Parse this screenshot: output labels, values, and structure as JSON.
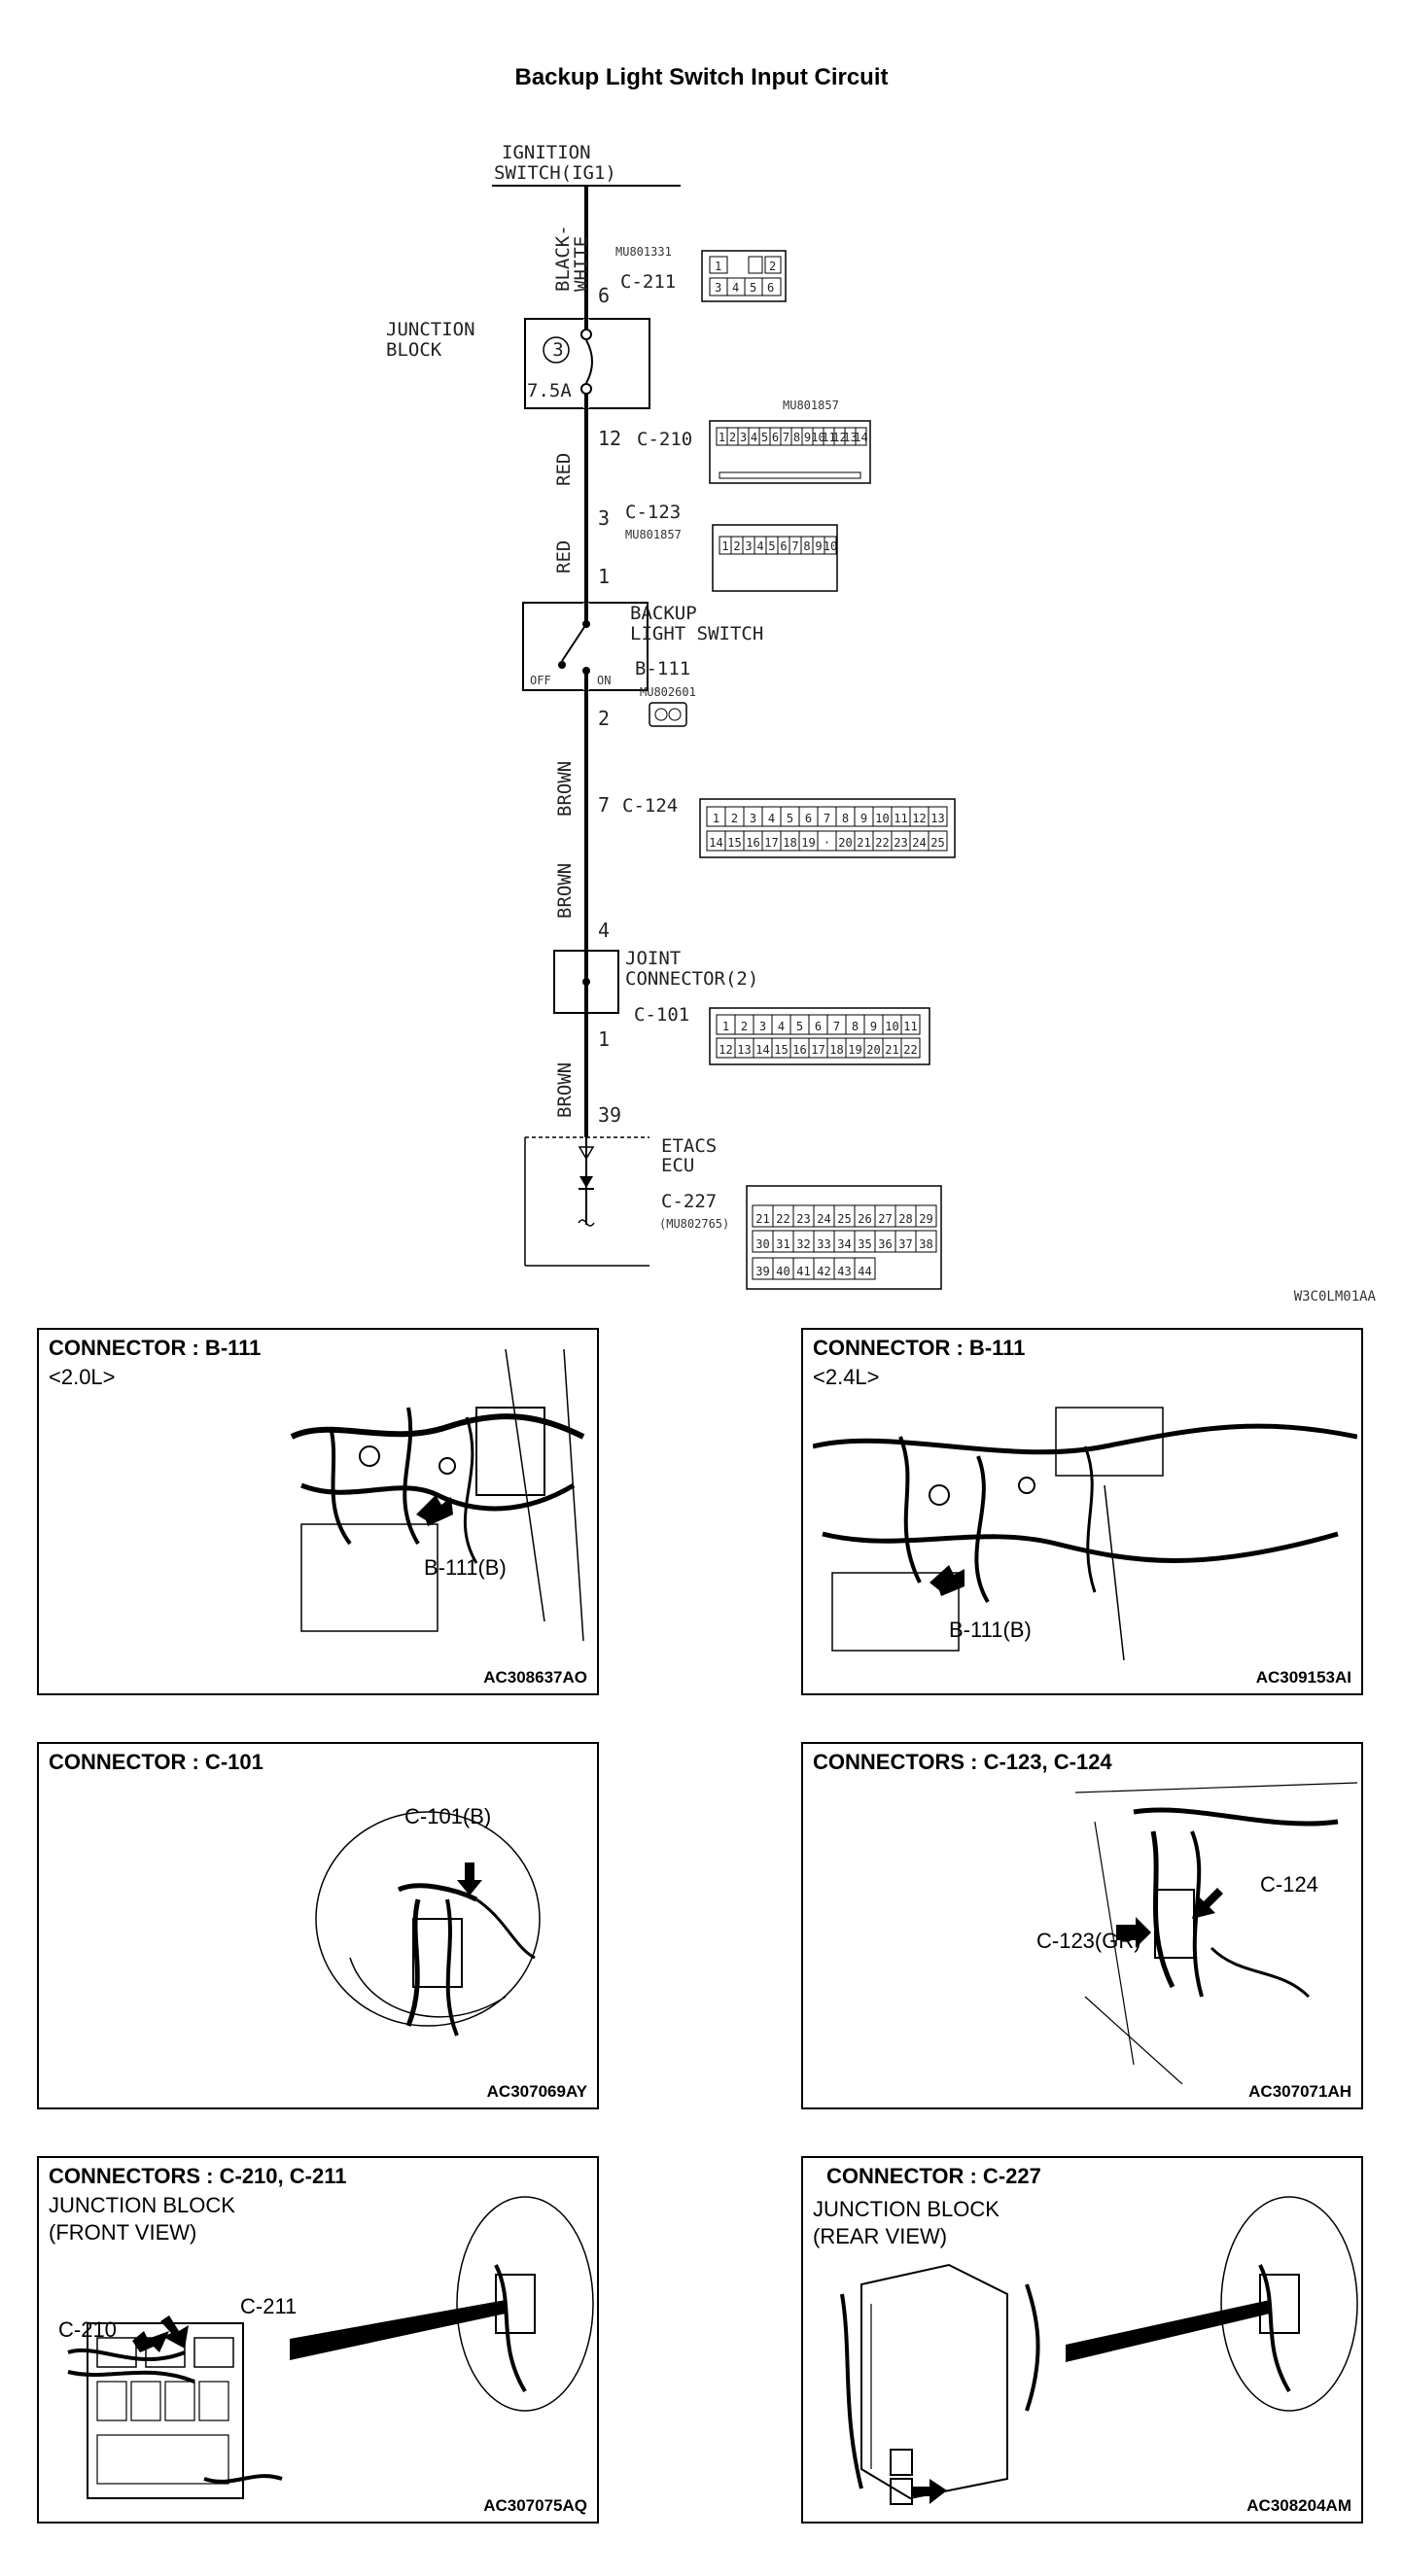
{
  "title": "Backup Light Switch Input Circuit",
  "diagram": {
    "ignition_label_1": "IGNITION",
    "ignition_label_2": "SWITCH(IG1)",
    "wire_black_white_1": "BLACK-",
    "wire_black_white_2": "WHITE",
    "part_mu801331": "MU801331",
    "conn_c211": "C-211",
    "pin_6": "6",
    "junction_block_1": "JUNCTION",
    "junction_block_2": "BLOCK",
    "fuse_number": "3",
    "fuse_rating": "7.5A",
    "part_mu801857": "MU801857",
    "pin_12": "12",
    "conn_c210": "C-210",
    "wire_red_1": "RED",
    "pin_3": "3",
    "conn_c123": "C-123",
    "part_mu801857b": "MU801857",
    "wire_red_2": "RED",
    "pin_1a": "1",
    "backup_1": "BACKUP",
    "backup_2": "LIGHT SWITCH",
    "conn_b111": "B-111",
    "part_mu802601": "MU802601",
    "switch_off": "OFF",
    "switch_on": "ON",
    "pin_2": "2",
    "wire_brown_1": "BROWN",
    "pin_7": "7",
    "conn_c124": "C-124",
    "wire_brown_2": "BROWN",
    "pin_4": "4",
    "joint_1": "JOINT",
    "joint_2": "CONNECTOR(2)",
    "conn_c101": "C-101",
    "pin_1b": "1",
    "wire_brown_3": "BROWN",
    "pin_39": "39",
    "etacs_1": "ETACS",
    "etacs_2": "ECU",
    "conn_c227": "C-227",
    "part_mu802765": "(MU802765)",
    "figure_code": "W3C0LM01AA",
    "c211_cells": [
      "1",
      "2",
      "3",
      "4",
      "5",
      "6"
    ],
    "c210_cells": [
      "1",
      "2",
      "3",
      "4",
      "5",
      "6",
      "7",
      "8",
      "9",
      "10",
      "11",
      "12",
      "13",
      "14"
    ],
    "c123_cells": [
      "1",
      "2",
      "3",
      "4",
      "5",
      "6",
      "7",
      "8",
      "9",
      "10"
    ],
    "c124_row1": [
      "1",
      "2",
      "3",
      "4",
      "5",
      "6",
      "7",
      "8",
      "9",
      "10",
      "11",
      "12",
      "13"
    ],
    "c124_row2": [
      "14",
      "15",
      "16",
      "17",
      "18",
      "19",
      "·",
      "20",
      "21",
      "22",
      "23",
      "24",
      "25"
    ],
    "c101_row1": [
      "1",
      "2",
      "3",
      "4",
      "5",
      "6",
      "7",
      "8",
      "9",
      "10",
      "11"
    ],
    "c101_row2": [
      "12",
      "13",
      "14",
      "15",
      "16",
      "17",
      "18",
      "19",
      "20",
      "21",
      "22"
    ],
    "c227_row1": [
      "21",
      "22",
      "23",
      "24",
      "25",
      "26",
      "27",
      "28",
      "29"
    ],
    "c227_row2": [
      "30",
      "31",
      "32",
      "33",
      "34",
      "35",
      "36",
      "37",
      "38"
    ],
    "c227_row3": [
      "39",
      "40",
      "41",
      "42",
      "43",
      "44"
    ]
  },
  "panels": {
    "p1": {
      "title": "CONNECTOR : B-111",
      "sub": "<2.0L>",
      "callout": "B-111(B)",
      "code": "AC308637AO"
    },
    "p2": {
      "title": "CONNECTOR : B-111",
      "sub": "<2.4L>",
      "callout": "B-111(B)",
      "code": "AC309153AI"
    },
    "p3": {
      "title": "CONNECTOR : C-101",
      "callout": "C-101(B)",
      "code": "AC307069AY"
    },
    "p4": {
      "title": "CONNECTORS : C-123, C-124",
      "callout1": "C-124",
      "callout2": "C-123(GR)",
      "code": "AC307071AH"
    },
    "p5": {
      "title": "CONNECTORS : C-210, C-211",
      "sub1": "JUNCTION BLOCK",
      "sub2": "(FRONT VIEW)",
      "callout1": "C-211",
      "callout2": "C-210",
      "code": "AC307075AQ"
    },
    "p6": {
      "title": "CONNECTOR : C-227",
      "sub1": "JUNCTION BLOCK",
      "sub2": "(REAR VIEW)",
      "code": "AC308204AM"
    }
  }
}
